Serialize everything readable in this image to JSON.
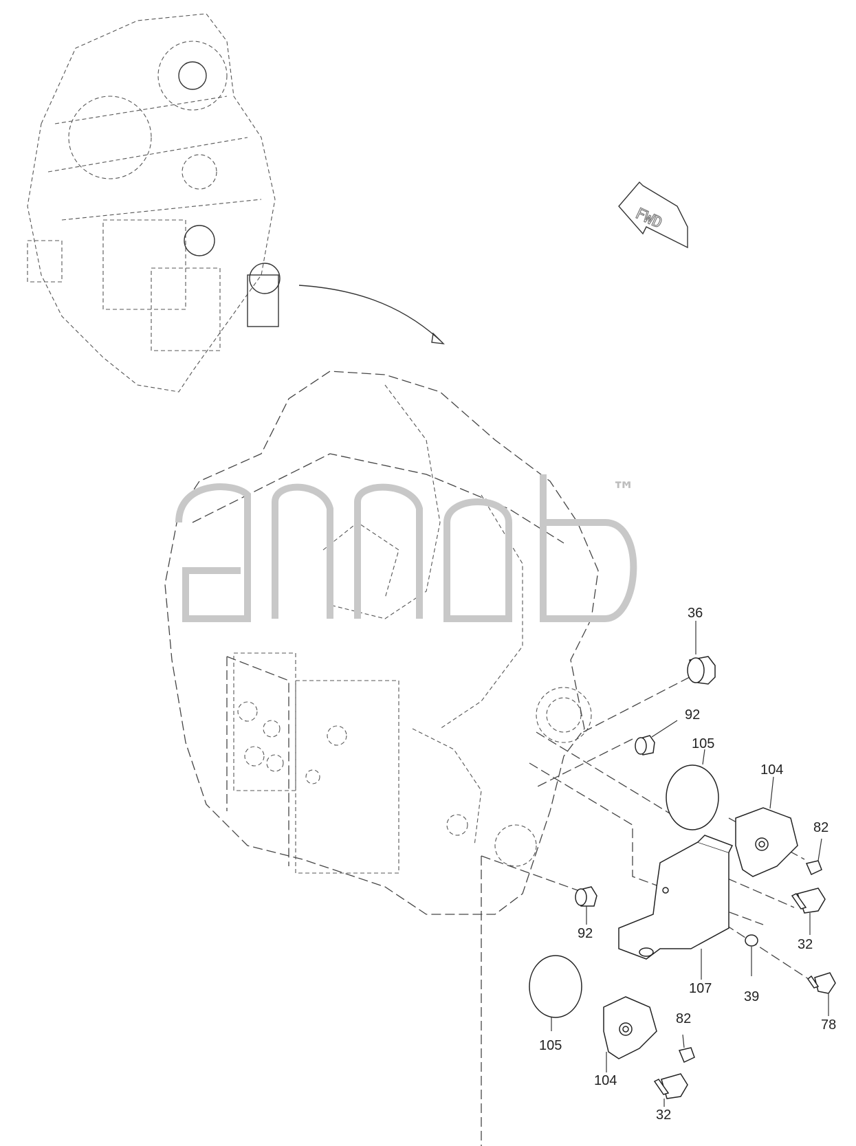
{
  "diagram": {
    "watermark": "™",
    "fwd_label": "FWD",
    "callouts": {
      "c36": "36",
      "c92a": "92",
      "c105a": "105",
      "c104a": "104",
      "c82a": "82",
      "c32a": "32",
      "c92b": "92",
      "c107": "107",
      "c39": "39",
      "c78": "78",
      "c105b": "105",
      "c82b": "82",
      "c104b": "104",
      "c32b": "32"
    }
  }
}
